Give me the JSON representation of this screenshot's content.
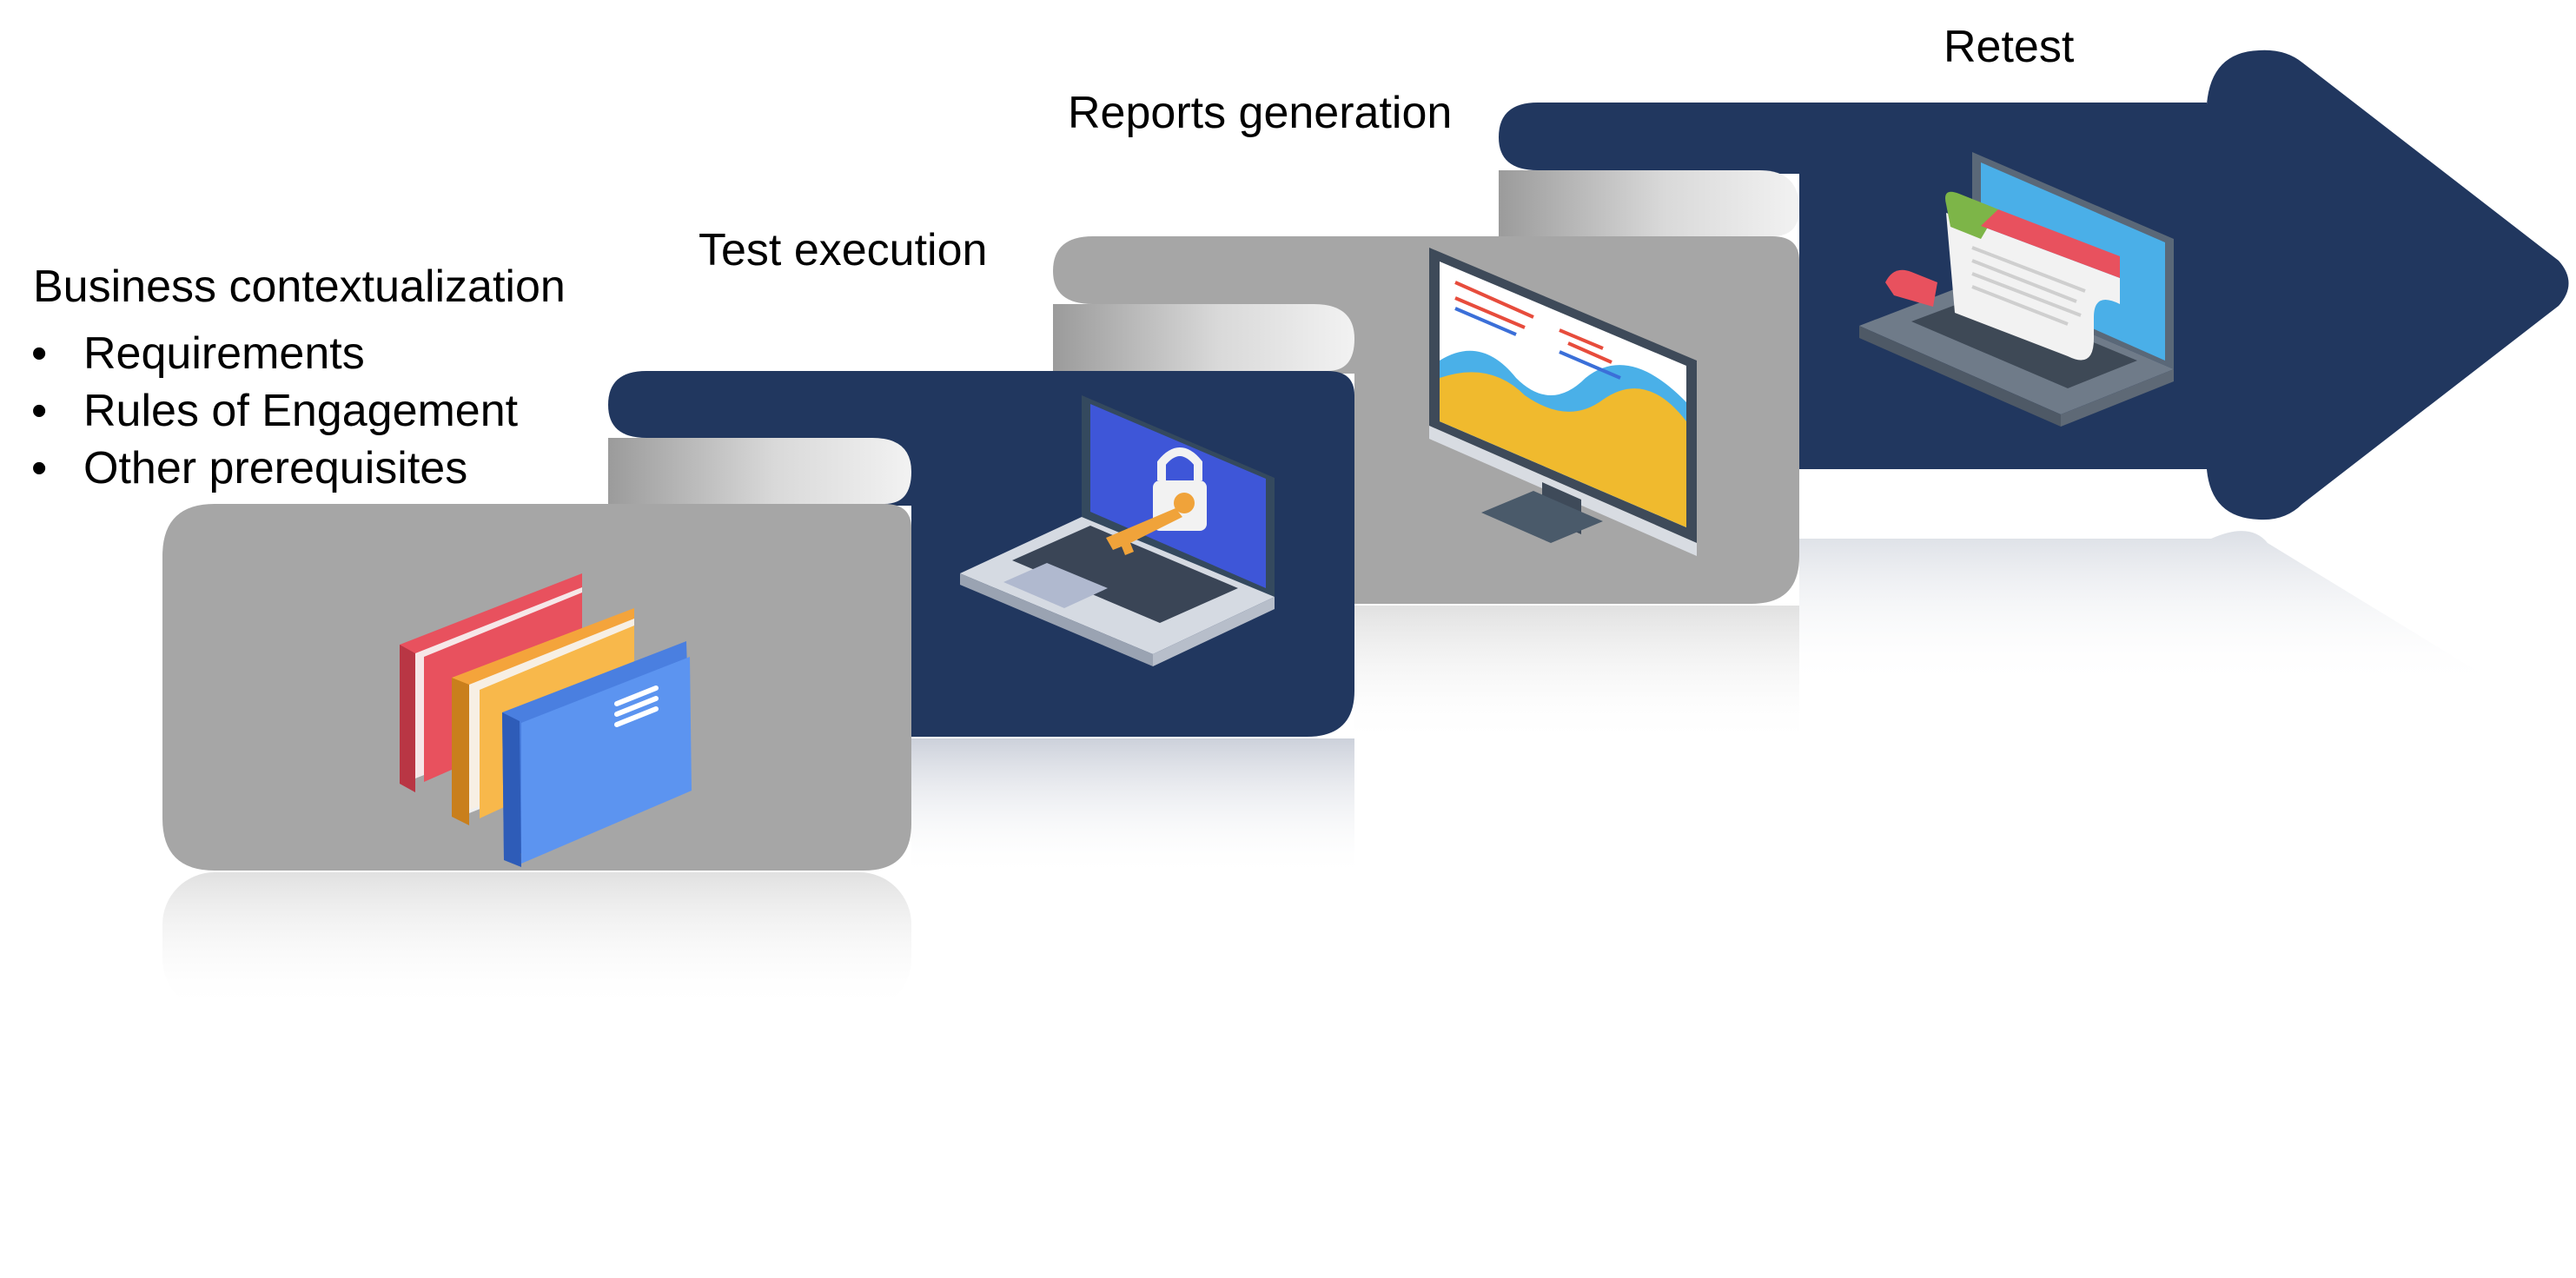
{
  "stages": [
    {
      "title": "Business contextualization",
      "items": [
        "Requirements",
        "Rules of Engagement",
        "Other prerequisites"
      ],
      "icon": "folders-icon"
    },
    {
      "title": "Test execution",
      "icon": "laptop-lock-icon"
    },
    {
      "title": "Reports generation",
      "icon": "monitor-chart-icon"
    },
    {
      "title": "Retest",
      "icon": "laptop-document-icon"
    }
  ],
  "colors": {
    "navy": "#21375F",
    "gray": "#A6A6A6",
    "curl_light": "#E8E8E8",
    "curl_dark": "#9A9A9A"
  }
}
